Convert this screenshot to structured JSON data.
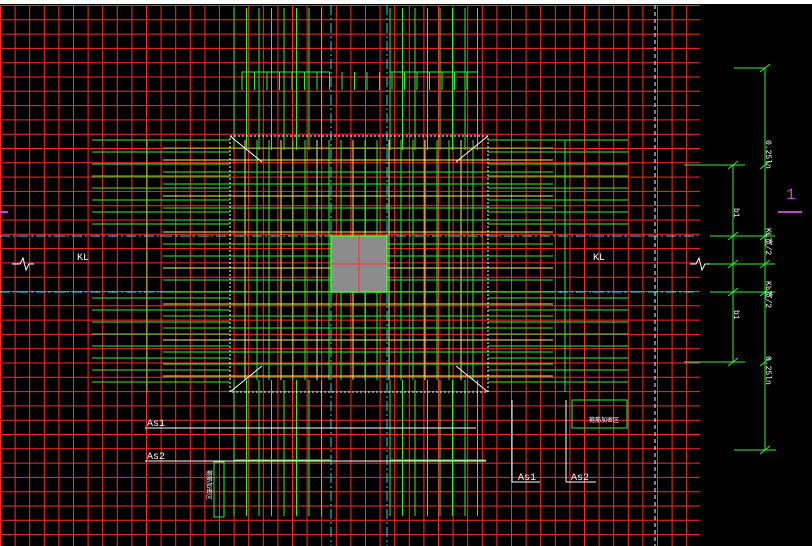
{
  "drawing": {
    "colors": {
      "background": "#000000",
      "grid": "#ff2a2a",
      "green": "#33ee33",
      "yellow": "#f0f060",
      "cyan": "#2ad4e6",
      "white": "#ffffff",
      "magenta": "#d040d0",
      "column_fill": "#8c8c8c",
      "column_edge": "#3cff3c",
      "dims": "#33ee33"
    },
    "labels": {
      "kl_left": "KL",
      "kl_right": "KL",
      "as1_left": "As1",
      "as2_left": "As2",
      "as1_right": "As1",
      "as2_right": "As2",
      "section_mark": "1"
    },
    "dimensions": {
      "upper_outer": "0.25ln",
      "upper_inner": "b1",
      "beam_top": "KL宽/2",
      "beam_bottom": "KL宽/2",
      "lower_inner": "b1",
      "lower_outer": "0.25ln"
    },
    "notes": {
      "right_note": "箍筋加密区",
      "bottom_note": "箍筋加密区"
    }
  }
}
